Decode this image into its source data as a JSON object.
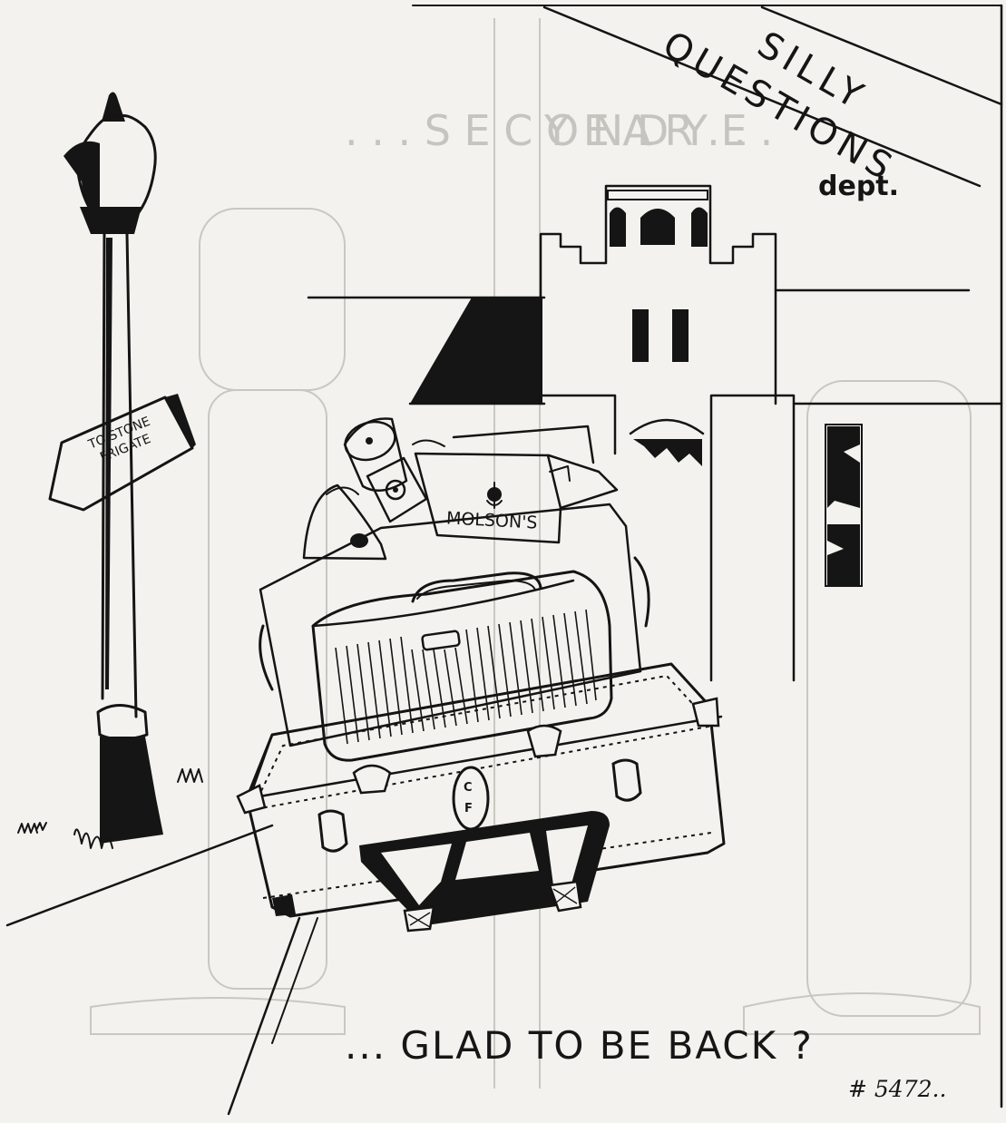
{
  "banner": {
    "line1": "SILLY",
    "line2": "QUESTIONS",
    "suffix": "dept."
  },
  "signpost": {
    "text": "TO STONE FRIGATE"
  },
  "crate": {
    "label": "MOLSON'S"
  },
  "trunk": {
    "initial_top": "C",
    "initial_bottom": "F"
  },
  "caption": "... GLAD TO BE BACK ?",
  "reference": "# 5472..",
  "colors": {
    "ink": "#141414",
    "paper": "#f3f2ee"
  }
}
